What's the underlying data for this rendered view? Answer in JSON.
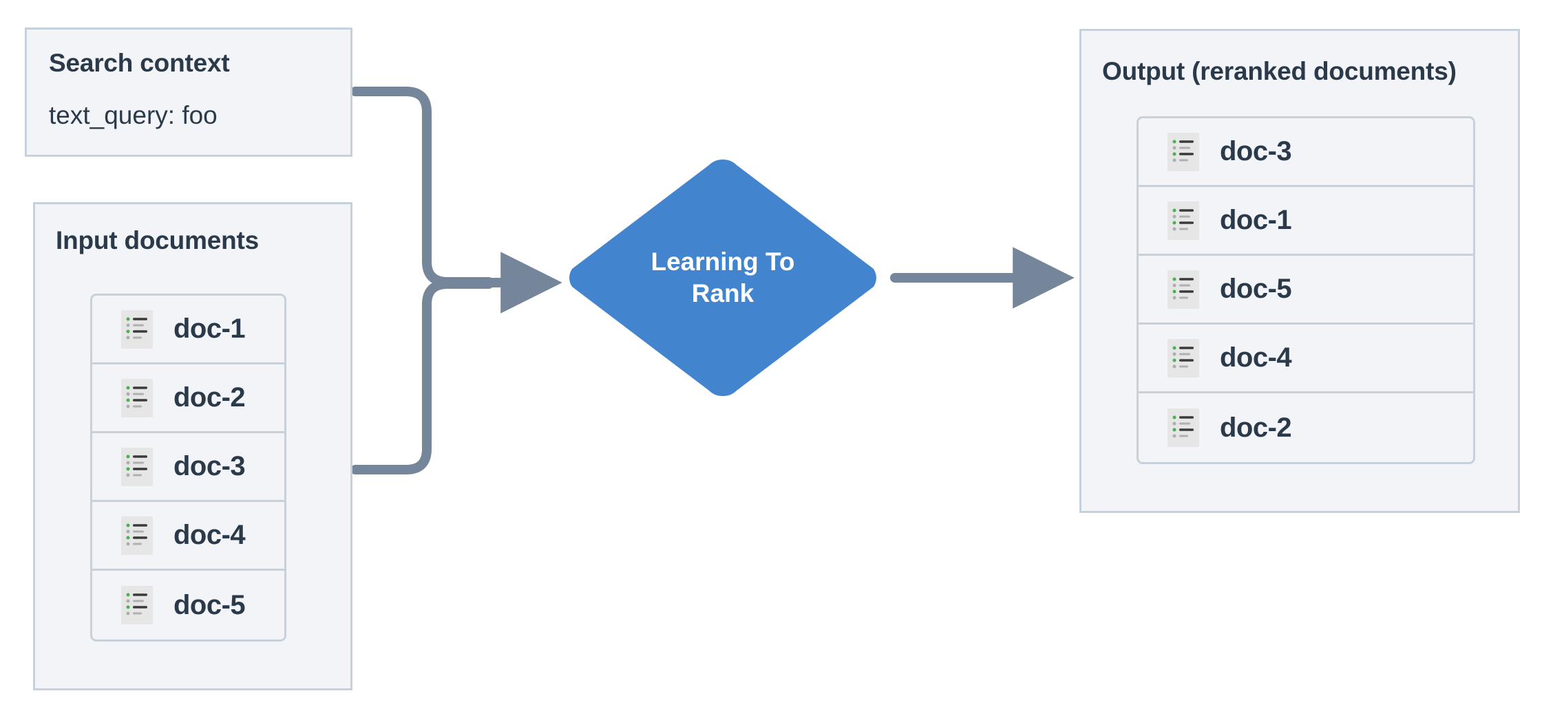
{
  "theme": {
    "background": "#ffffff",
    "panel_fill": "#f2f4f7",
    "panel_border": "#c6d1db",
    "text": "#2b3a4a",
    "node_fill": "#4285ce",
    "node_text": "#ffffff",
    "connector": "#75859a",
    "icon_bg": "#e6e6e6",
    "icon_bullet_active": "#4caf50",
    "icon_bullet_muted": "#adadad",
    "icon_line_strong": "#3a3a3a",
    "icon_line_weak": "#b0b0b0"
  },
  "search_context": {
    "title": "Search context",
    "field": "text_query: foo"
  },
  "input_documents": {
    "title": "Input documents",
    "docs": [
      {
        "label": "doc-1",
        "icon": "document-list-icon"
      },
      {
        "label": "doc-2",
        "icon": "document-list-icon"
      },
      {
        "label": "doc-3",
        "icon": "document-list-icon"
      },
      {
        "label": "doc-4",
        "icon": "document-list-icon"
      },
      {
        "label": "doc-5",
        "icon": "document-list-icon"
      }
    ]
  },
  "process_node": {
    "shape": "diamond",
    "label_line_1": "Learning To",
    "label_line_2": "Rank"
  },
  "output_documents": {
    "title": "Output (reranked documents)",
    "docs": [
      {
        "label": "doc-3",
        "icon": "document-list-icon"
      },
      {
        "label": "doc-1",
        "icon": "document-list-icon"
      },
      {
        "label": "doc-5",
        "icon": "document-list-icon"
      },
      {
        "label": "doc-4",
        "icon": "document-list-icon"
      },
      {
        "label": "doc-2",
        "icon": "document-list-icon"
      }
    ]
  },
  "connectors": [
    {
      "from": "search-context",
      "to": "process-node",
      "style": "orthogonal-rounded",
      "arrowhead": true
    },
    {
      "from": "input-documents",
      "to": "process-node",
      "style": "orthogonal-rounded",
      "arrowhead": true
    },
    {
      "from": "process-node",
      "to": "output-documents",
      "style": "straight",
      "arrowhead": true
    }
  ]
}
